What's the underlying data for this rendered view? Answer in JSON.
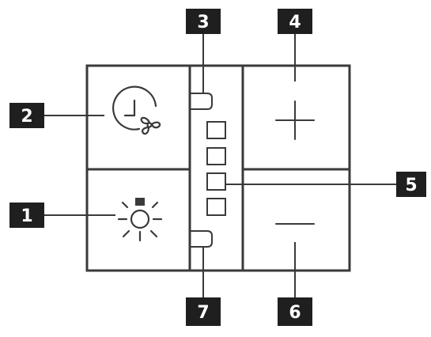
{
  "callouts": [
    {
      "label": "1"
    },
    {
      "label": "2"
    },
    {
      "label": "3"
    },
    {
      "label": "4"
    },
    {
      "label": "5"
    },
    {
      "label": "6"
    },
    {
      "label": "7"
    }
  ],
  "colors": {
    "background": "#ffffff",
    "line": "#3a3a3a",
    "callout_fill": "#1f1f1f",
    "callout_text": "#ffffff"
  },
  "icons": {
    "fan_timer": "clock-fan-icon",
    "light": "lamp-icon",
    "plus": "plus-icon",
    "minus": "minus-icon"
  }
}
